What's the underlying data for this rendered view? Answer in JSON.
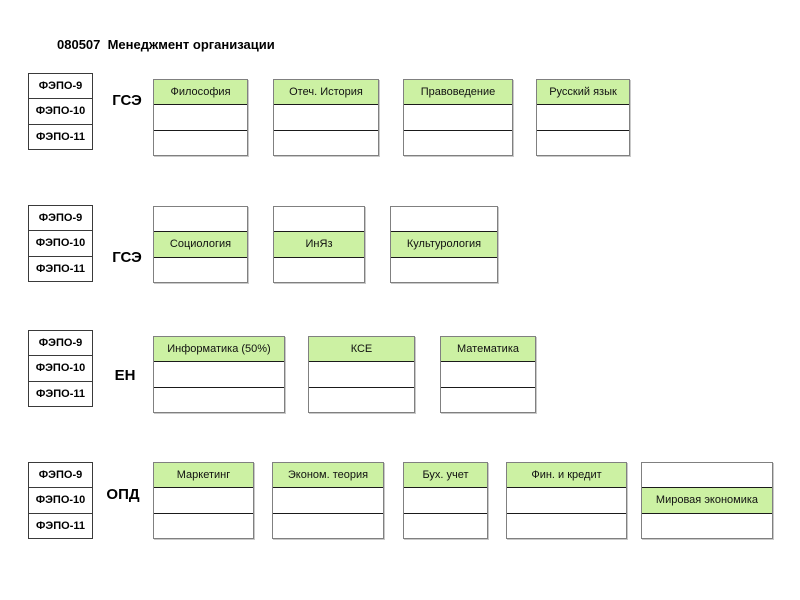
{
  "title": "080507  Менеджмент организации",
  "colors": {
    "highlight": "#ccf1a3",
    "card_border": "#808080",
    "divider": "#1a1a1a"
  },
  "legend_labels": [
    "ФЭПО-9",
    "ФЭПО-10",
    "ФЭПО-11"
  ],
  "groups": [
    {
      "label": "ГСЭ",
      "cards": [
        {
          "subject": "Философия",
          "highlight_cell": 0
        },
        {
          "subject": "Отеч. История",
          "highlight_cell": 0
        },
        {
          "subject": "Правоведение",
          "highlight_cell": 0
        },
        {
          "subject": "Русский язык",
          "highlight_cell": 0
        }
      ]
    },
    {
      "label": "ГСЭ",
      "cards": [
        {
          "subject": "Социология",
          "highlight_cell": 1
        },
        {
          "subject": "ИнЯз",
          "highlight_cell": 1
        },
        {
          "subject": "Культурология",
          "highlight_cell": 1
        }
      ]
    },
    {
      "label": "ЕН",
      "cards": [
        {
          "subject": "Информатика (50%)",
          "highlight_cell": 0
        },
        {
          "subject": "КСЕ",
          "highlight_cell": 0
        },
        {
          "subject": "Математика",
          "highlight_cell": 0
        }
      ]
    },
    {
      "label": "ОПД",
      "cards": [
        {
          "subject": "Маркетинг",
          "highlight_cell": 0
        },
        {
          "subject": "Эконом. теория",
          "highlight_cell": 0
        },
        {
          "subject": "Бух. учет",
          "highlight_cell": 0
        },
        {
          "subject": "Фин. и кредит",
          "highlight_cell": 0
        },
        {
          "subject": "Мировая экономика",
          "highlight_cell": 1
        }
      ]
    }
  ]
}
